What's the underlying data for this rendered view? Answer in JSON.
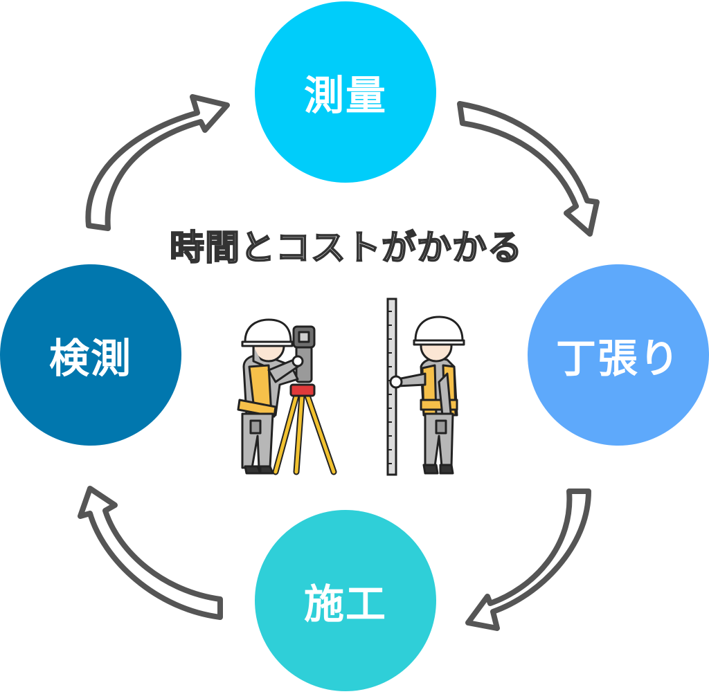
{
  "nodes": {
    "top": {
      "label": "測量",
      "color": "#00cdfa"
    },
    "right": {
      "label": "丁張り",
      "color": "#5ea9fb"
    },
    "bottom": {
      "label": "施工",
      "color": "#2fcfd8"
    },
    "left": {
      "label": "検測",
      "color": "#0177ae"
    }
  },
  "caption": "時間とコストがかかる",
  "icons": [
    "arrow-cw-icon",
    "surveyor-with-total-station-icon",
    "surveyor-with-staff-icon"
  ],
  "colors": {
    "arrow_stroke": "#555555",
    "tripod": "#f2c230",
    "vest": "#f6c04a",
    "suit": "#b7b7b7",
    "helmet": "#ffffff",
    "outline": "#222222"
  }
}
